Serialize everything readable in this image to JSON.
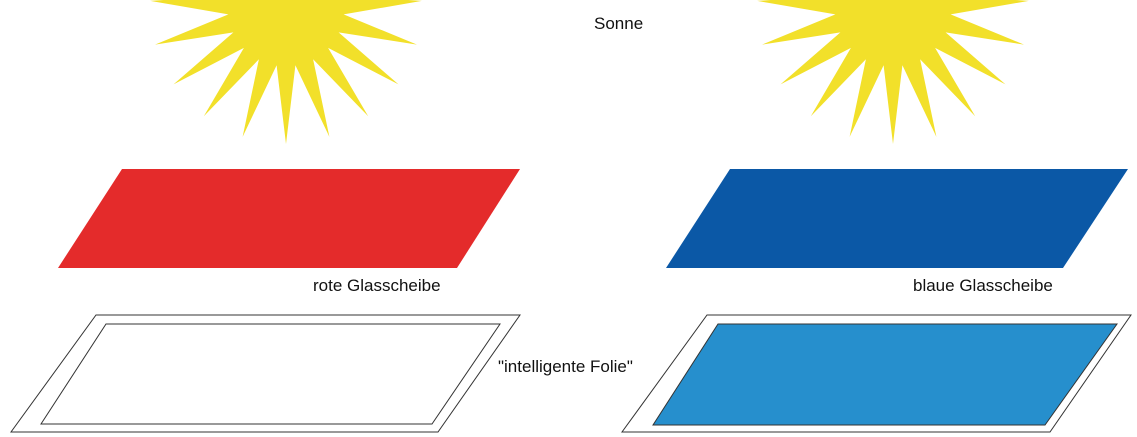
{
  "labels": {
    "sun": "Sonne",
    "red_pane": "rote Glasscheibe",
    "blue_pane": "blaue Glasscheibe",
    "film": "\"intelligente Folie\""
  },
  "colors": {
    "sun": "#f2e02a",
    "red_glass": "#e42b2b",
    "blue_glass": "#0b58a6",
    "film_lit": "#268fcd",
    "frame_stroke": "#333333",
    "background": "#ffffff"
  }
}
